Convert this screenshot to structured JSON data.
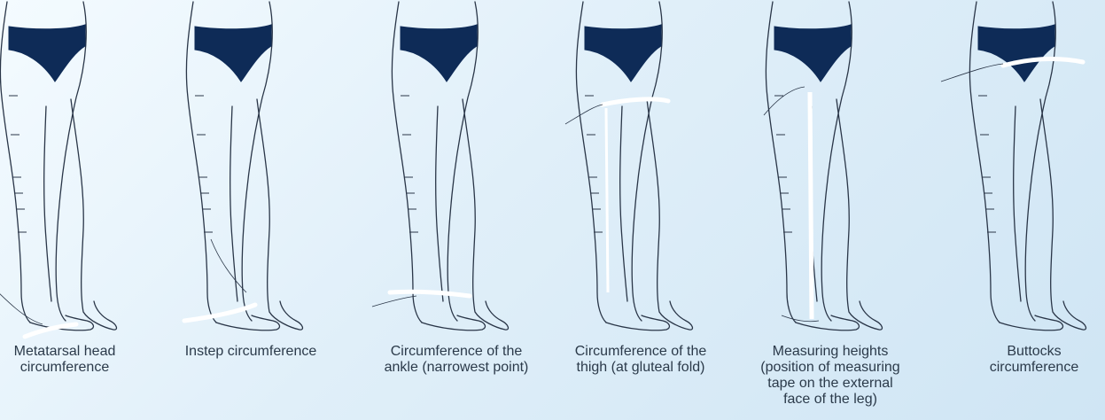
{
  "colors": {
    "garment": "#0e2b57",
    "outline": "#2a3648",
    "tape": "#ffffff",
    "text": "#2b3a4a"
  },
  "panels": [
    {
      "id": "metatarsal",
      "tape": "metatarsal",
      "caption": [
        "Metatarsal head",
        "circumference"
      ]
    },
    {
      "id": "instep",
      "tape": "instep",
      "caption": [
        "Instep circumference"
      ]
    },
    {
      "id": "ankle",
      "tape": "ankle",
      "caption": [
        "Circumference of the",
        "ankle (narrowest point)"
      ]
    },
    {
      "id": "thigh",
      "tape": "thigh",
      "caption": [
        "Circumference of the",
        "thigh (at gluteal fold)"
      ]
    },
    {
      "id": "heights",
      "tape": "heights",
      "caption": [
        "Measuring heights",
        "(position of measuring",
        "tape on the external",
        "face of the leg)"
      ]
    },
    {
      "id": "buttocks",
      "tape": "buttocks",
      "caption": [
        "Buttocks",
        "circumference"
      ]
    }
  ]
}
